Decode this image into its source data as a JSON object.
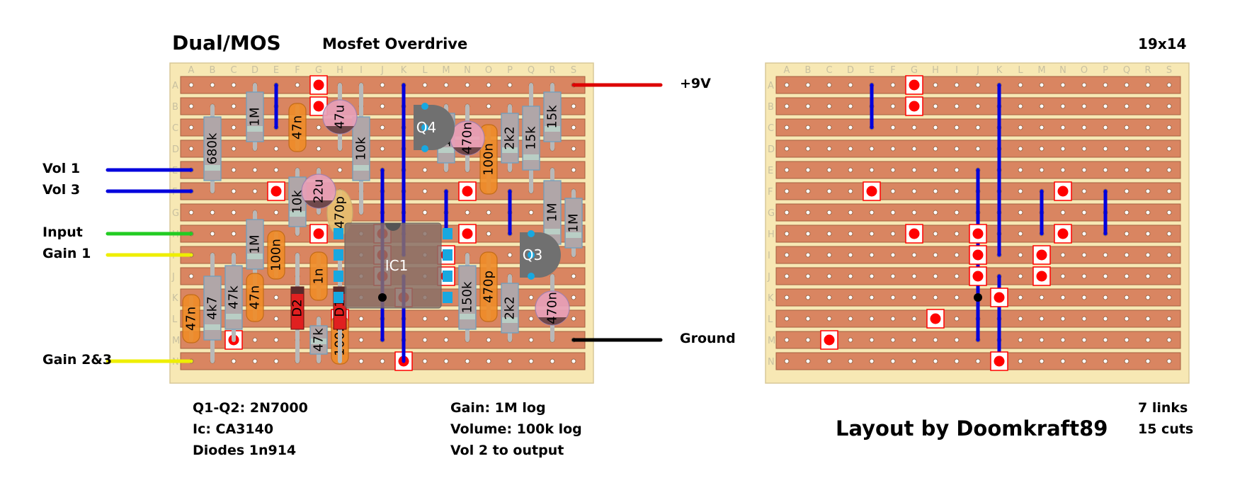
{
  "header": {
    "title": "Dual/MOS",
    "subtitle": "Mosfet Overdrive",
    "board_size": "19x14"
  },
  "grid": {
    "columns": [
      "A",
      "B",
      "C",
      "D",
      "E",
      "F",
      "G",
      "H",
      "I",
      "J",
      "K",
      "L",
      "M",
      "N",
      "O",
      "P",
      "Q",
      "R",
      "S"
    ],
    "rows": [
      "A",
      "B",
      "C",
      "D",
      "E",
      "F",
      "G",
      "H",
      "I",
      "J",
      "K",
      "L",
      "M",
      "N"
    ]
  },
  "colors": {
    "board": "#f7e8b4",
    "strip": "#d98561",
    "strip_border": "#a5603f",
    "link": "#0000dd",
    "cut": "#ff0000",
    "power_wire": "#dd0000",
    "ground_wire": "#000000",
    "input_wire": "#22cc22",
    "gain_wire": "#eeee00",
    "vol_wire": "#0000dd"
  },
  "wires_left": [
    {
      "label": "Vol 1",
      "row": "E",
      "color": "vol_wire"
    },
    {
      "label": "Vol 3",
      "row": "F",
      "color": "vol_wire"
    },
    {
      "label": "Input",
      "row": "H",
      "color": "input_wire"
    },
    {
      "label": "Gain 1",
      "row": "I",
      "color": "gain_wire"
    },
    {
      "label": "Gain 2&3",
      "row": "N",
      "color": "gain_wire"
    }
  ],
  "wires_right": [
    {
      "label": "+9V",
      "row": "A",
      "color": "power_wire"
    },
    {
      "label": "Ground",
      "row": "M",
      "color": "ground_wire"
    }
  ],
  "links": [
    {
      "col": "E",
      "from": "A",
      "to": "C"
    },
    {
      "col": "K",
      "from": "A",
      "to": "I"
    },
    {
      "col": "J",
      "from": "E",
      "to": "M"
    },
    {
      "col": "M",
      "from": "F",
      "to": "H"
    },
    {
      "col": "P",
      "from": "F",
      "to": "H"
    },
    {
      "col": "K",
      "from": "J",
      "to": "N"
    }
  ],
  "junction_dots": [
    {
      "col": "J",
      "row": "K"
    }
  ],
  "cuts": [
    {
      "col": "G",
      "row": "A"
    },
    {
      "col": "G",
      "row": "B"
    },
    {
      "col": "E",
      "row": "F"
    },
    {
      "col": "N",
      "row": "F"
    },
    {
      "col": "G",
      "row": "H"
    },
    {
      "col": "J",
      "row": "H"
    },
    {
      "col": "N",
      "row": "H"
    },
    {
      "col": "J",
      "row": "I"
    },
    {
      "col": "M",
      "row": "I"
    },
    {
      "col": "J",
      "row": "J"
    },
    {
      "col": "M",
      "row": "J"
    },
    {
      "col": "K",
      "row": "K"
    },
    {
      "col": "H",
      "row": "L"
    },
    {
      "col": "C",
      "row": "M"
    },
    {
      "col": "K",
      "row": "N"
    }
  ],
  "resistors": [
    {
      "value": "680k",
      "col": "B",
      "from": "B",
      "to": "F"
    },
    {
      "value": "1M",
      "col": "D",
      "from": "A",
      "to": "D"
    },
    {
      "value": "10k",
      "col": "I",
      "from": "A",
      "to": "G"
    },
    {
      "value": "1M",
      "col": "M",
      "from": "B",
      "to": "E"
    },
    {
      "value": "2k2",
      "col": "P",
      "from": "B",
      "to": "E"
    },
    {
      "value": "15k",
      "col": "Q",
      "from": "A",
      "to": "F"
    },
    {
      "value": "15k",
      "col": "R",
      "from": "A",
      "to": "D"
    },
    {
      "value": "10k",
      "col": "F",
      "from": "E",
      "to": "H"
    },
    {
      "value": "1M",
      "col": "R",
      "from": "E",
      "to": "I"
    },
    {
      "value": "1M",
      "col": "S",
      "from": "F",
      "to": "I"
    },
    {
      "value": "1M",
      "col": "D",
      "from": "G",
      "to": "J"
    },
    {
      "value": "4k7",
      "col": "B",
      "from": "I",
      "to": "N"
    },
    {
      "value": "47k",
      "col": "C",
      "from": "I",
      "to": "M"
    },
    {
      "value": "47k",
      "col": "G",
      "from": "L",
      "to": "N"
    },
    {
      "value": "150k",
      "col": "N",
      "from": "I",
      "to": "M"
    },
    {
      "value": "2k2",
      "col": "P",
      "from": "J",
      "to": "M"
    }
  ],
  "film_caps": [
    {
      "value": "47n",
      "col": "F",
      "from": "B",
      "to": "D"
    },
    {
      "value": "100n",
      "col": "O",
      "from": "C",
      "to": "F"
    },
    {
      "value": "100n",
      "col": "E",
      "from": "H",
      "to": "J"
    },
    {
      "value": "1n",
      "col": "G",
      "from": "I",
      "to": "K"
    },
    {
      "value": "47n",
      "col": "D",
      "from": "J",
      "to": "L"
    },
    {
      "value": "47n",
      "col": "A",
      "from": "K",
      "to": "M"
    },
    {
      "value": "100n",
      "col": "H",
      "from": "L",
      "to": "N"
    },
    {
      "value": "470p",
      "col": "O",
      "from": "I",
      "to": "L"
    }
  ],
  "ceramic_caps": [
    {
      "value": "470p",
      "col": "H",
      "from": "F",
      "to": "H"
    }
  ],
  "electrolytics": [
    {
      "value": "47u",
      "col": "H",
      "from": "A",
      "to": "D"
    },
    {
      "value": "22u",
      "col": "G",
      "from": "E",
      "to": "G"
    },
    {
      "value": "470n",
      "col": "N",
      "from": "B",
      "to": "E"
    },
    {
      "value": "470n",
      "col": "R",
      "from": "J",
      "to": "M"
    }
  ],
  "transistors": [
    {
      "label": "Q4",
      "col": "L",
      "rows": [
        "B",
        "C",
        "D"
      ]
    },
    {
      "label": "Q3",
      "col": "Q",
      "rows": [
        "H",
        "I",
        "J"
      ]
    }
  ],
  "diodes": [
    {
      "label": "D2",
      "col": "F",
      "from": "I",
      "to": "N"
    },
    {
      "label": "D1",
      "col": "H",
      "from": "I",
      "to": "N"
    }
  ],
  "ic": {
    "label": "IC1",
    "cols": [
      "I",
      "L"
    ],
    "rows": [
      "H",
      "K"
    ]
  },
  "notes_left": [
    "Q1-Q2: 2N7000",
    "Ic: CA3140",
    "Diodes 1n914"
  ],
  "notes_mid": [
    "Gain: 1M log",
    "Volume: 100k log",
    "Vol 2 to output"
  ],
  "stats": {
    "links": "7 links",
    "cuts": "15 cuts"
  },
  "credit": "Layout by Doomkraft89"
}
